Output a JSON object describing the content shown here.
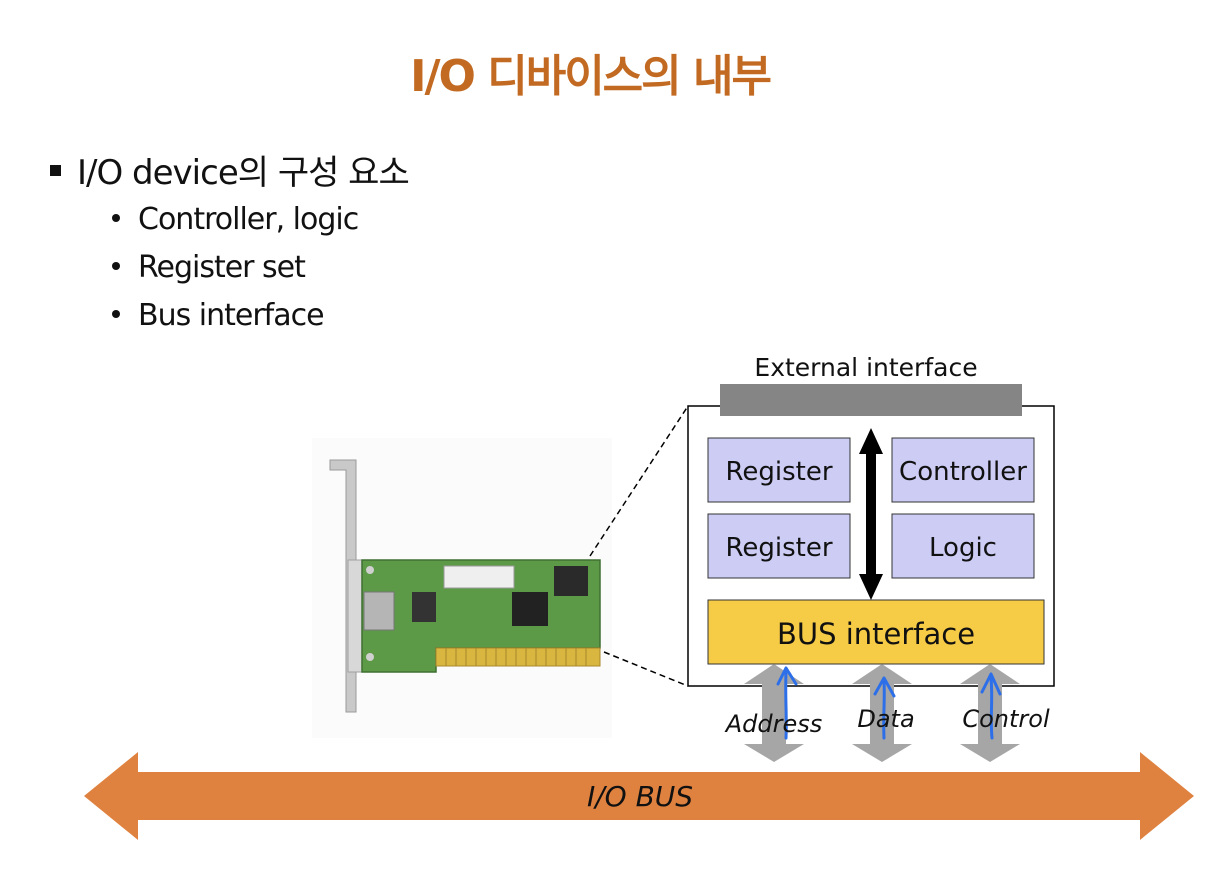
{
  "title": "I/O 디바이스의 내부",
  "main_bullet": "I/O device의 구성 요소",
  "sub_bullets": [
    "Controller, logic",
    "Register set",
    "Bus interface"
  ],
  "diagram": {
    "external_interface": "External interface",
    "register_1": "Register",
    "register_2": "Register",
    "controller": "Controller",
    "logic": "Logic",
    "bus_interface": "BUS interface",
    "address": "Address",
    "data": "Data",
    "control": "Control",
    "io_bus": "I/O BUS"
  },
  "colors": {
    "title": "#c26a22",
    "box_fill": "#ccccf5",
    "bus_interface_fill": "#f6cb46",
    "io_bus_arrow": "#df8240",
    "external_bar": "#858585",
    "connector_arrows": "#a6a6a6",
    "pen_arrows": "#2d6fe8"
  }
}
